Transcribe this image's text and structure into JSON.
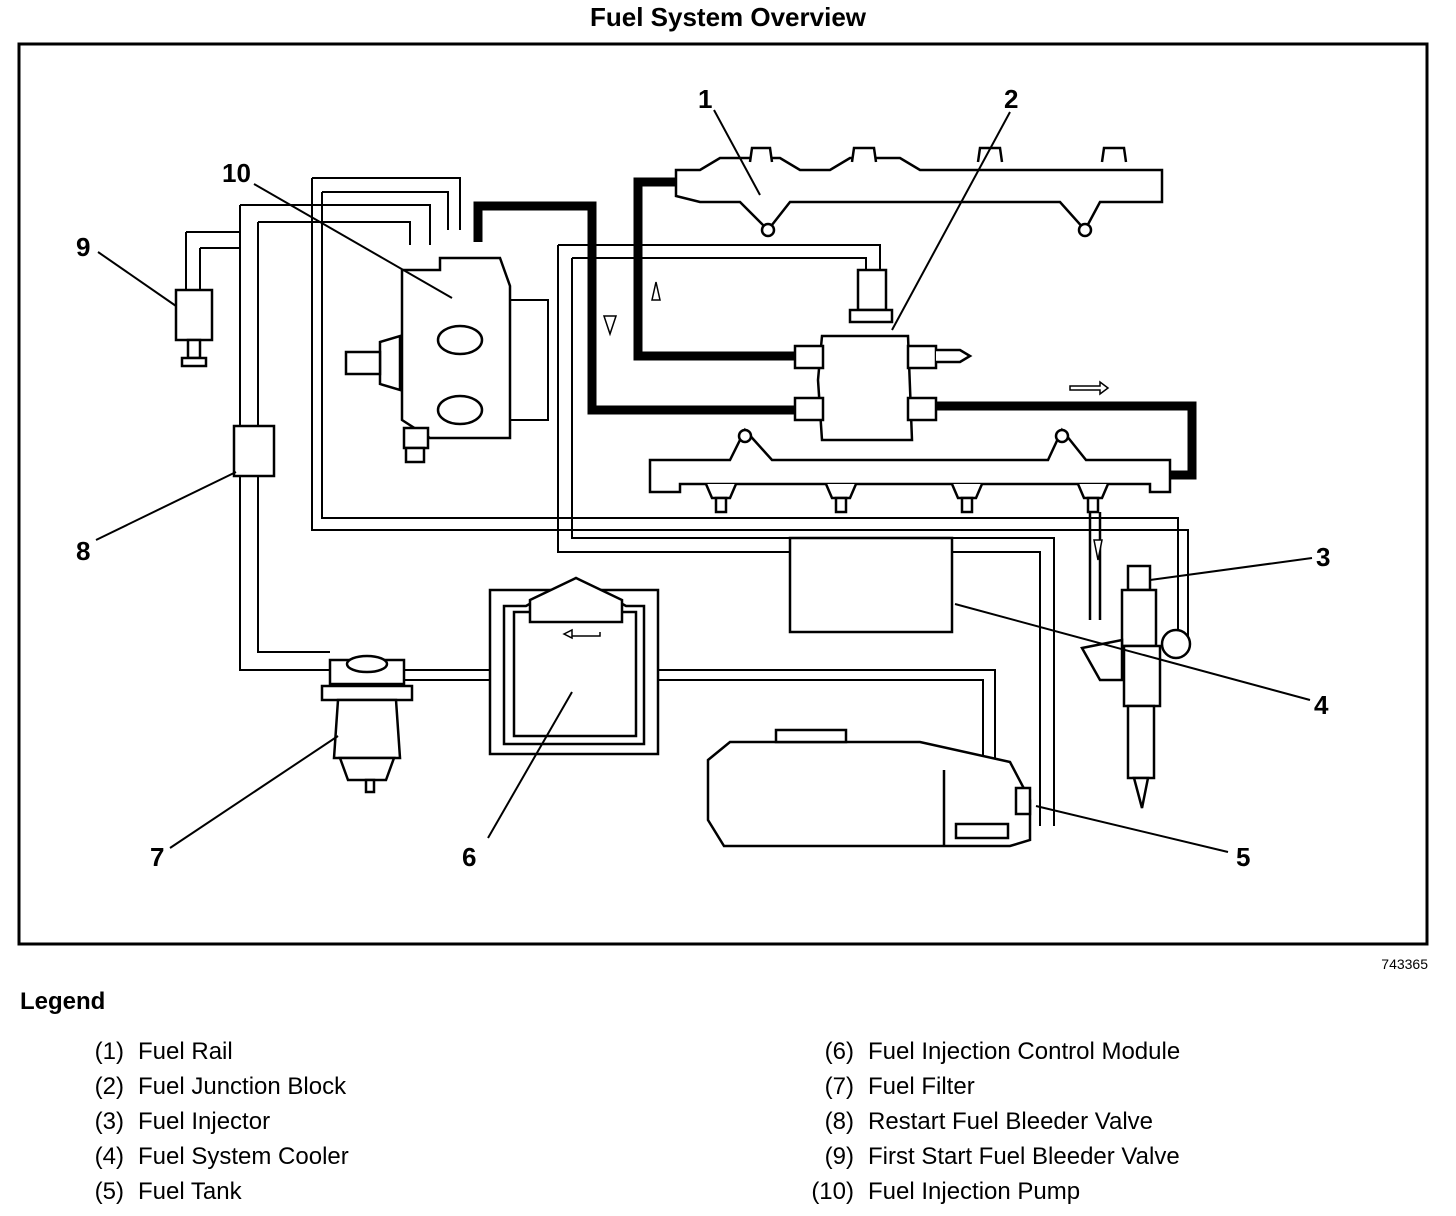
{
  "title": "Fuel System Overview",
  "figure_id": "743365",
  "legend": {
    "heading": "Legend",
    "left": [
      {
        "num": "(1)",
        "label": "Fuel Rail"
      },
      {
        "num": "(2)",
        "label": "Fuel Junction Block"
      },
      {
        "num": "(3)",
        "label": "Fuel Injector"
      },
      {
        "num": "(4)",
        "label": "Fuel System Cooler"
      },
      {
        "num": "(5)",
        "label": "Fuel Tank"
      }
    ],
    "right": [
      {
        "num": "(6)",
        "label": "Fuel Injection Control Module"
      },
      {
        "num": "(7)",
        "label": "Fuel Filter"
      },
      {
        "num": "(8)",
        "label": "Restart Fuel Bleeder Valve"
      },
      {
        "num": "(9)",
        "label": "First Start Fuel Bleeder Valve"
      },
      {
        "num": "(10)",
        "label": "Fuel Injection Pump"
      }
    ]
  },
  "callouts": {
    "c1": "1",
    "c2": "2",
    "c3": "3",
    "c4": "4",
    "c5": "5",
    "c6": "6",
    "c7": "7",
    "c8": "8",
    "c9": "9",
    "c10": "10"
  }
}
